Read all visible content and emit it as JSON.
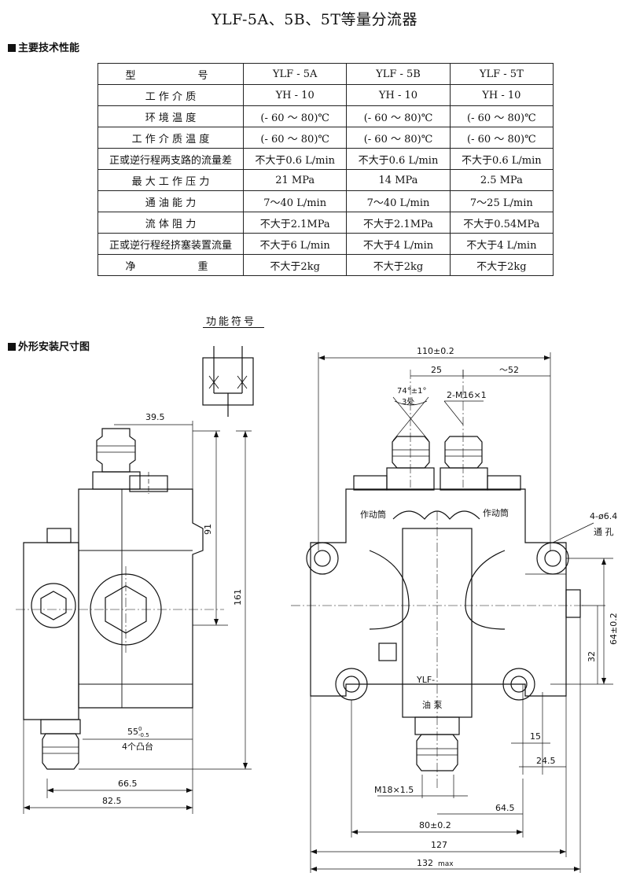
{
  "title": "YLF-5A、5B、5T等量分流器",
  "sections": {
    "specs": "主要技术性能",
    "dimensions": "外形安装尺寸图"
  },
  "function_symbol": "功能符号",
  "spec_table": {
    "headers": [
      "型　　　号",
      "YLF - 5A",
      "YLF - 5B",
      "YLF - 5T"
    ],
    "rows": [
      [
        "工 作 介 质",
        "YH - 10",
        "YH - 10",
        "YH - 10"
      ],
      [
        "环 境 温 度",
        "(- 60 ～ 80)℃",
        "(- 60 ～ 80)℃",
        "(- 60 ～ 80)℃"
      ],
      [
        "工 作 介 质 温 度",
        "(- 60 ～ 80)℃",
        "(- 60 ～ 80)℃",
        "(- 60 ～ 80)℃"
      ],
      [
        "正或逆行程两支路的流量差",
        "不大于0.6 L/min",
        "不大于0.6 L/min",
        "不大于0.6 L/min"
      ],
      [
        "最 大 工 作 压 力",
        "21 MPa",
        "14 MPa",
        "2.5 MPa"
      ],
      [
        "通 油 能 力",
        "7～40 L/min",
        "7～40 L/min",
        "7～25 L/min"
      ],
      [
        "流 体 阻 力",
        "不大于2.1MPa",
        "不大于2.1MPa",
        "不大于0.54MPa"
      ],
      [
        "正或逆行程经挤塞装置流量",
        "不大于6 L/min",
        "不大于4 L/min",
        "不大于4 L/min"
      ],
      [
        "净　　　重",
        "不大于2kg",
        "不大于2kg",
        "不大于2kg"
      ]
    ]
  },
  "left_view": {
    "dim_top": "39.5",
    "dim_91": "91",
    "dim_161": "161",
    "dim_55": "55",
    "dim_55_tol_upper": "0",
    "dim_55_tol_lower": "-0.5",
    "note_boss": "4个凸台",
    "dim_66": "66.5",
    "dim_82": "82.5"
  },
  "right_view": {
    "dim_110": "110±0.2",
    "dim_25": "25",
    "dim_52": "～52",
    "angle": "74°±1°",
    "angle_note": "3处",
    "thread_top": "2-M16×1",
    "cylinder_left": "作动筒",
    "cylinder_right": "作动筒",
    "holes": "4-ø6.4",
    "holes_note": "通 孔",
    "dim_64": "64±0.2",
    "dim_32": "32",
    "model_mark": "YLF-",
    "pump_label": "油 泵",
    "dim_15": "15",
    "dim_24": "24.5",
    "thread_bottom": "M18×1.5",
    "dim_64_5": "64.5",
    "dim_80": "80±0.2",
    "dim_127": "127",
    "dim_132": "132",
    "dim_132_suffix": "max"
  }
}
